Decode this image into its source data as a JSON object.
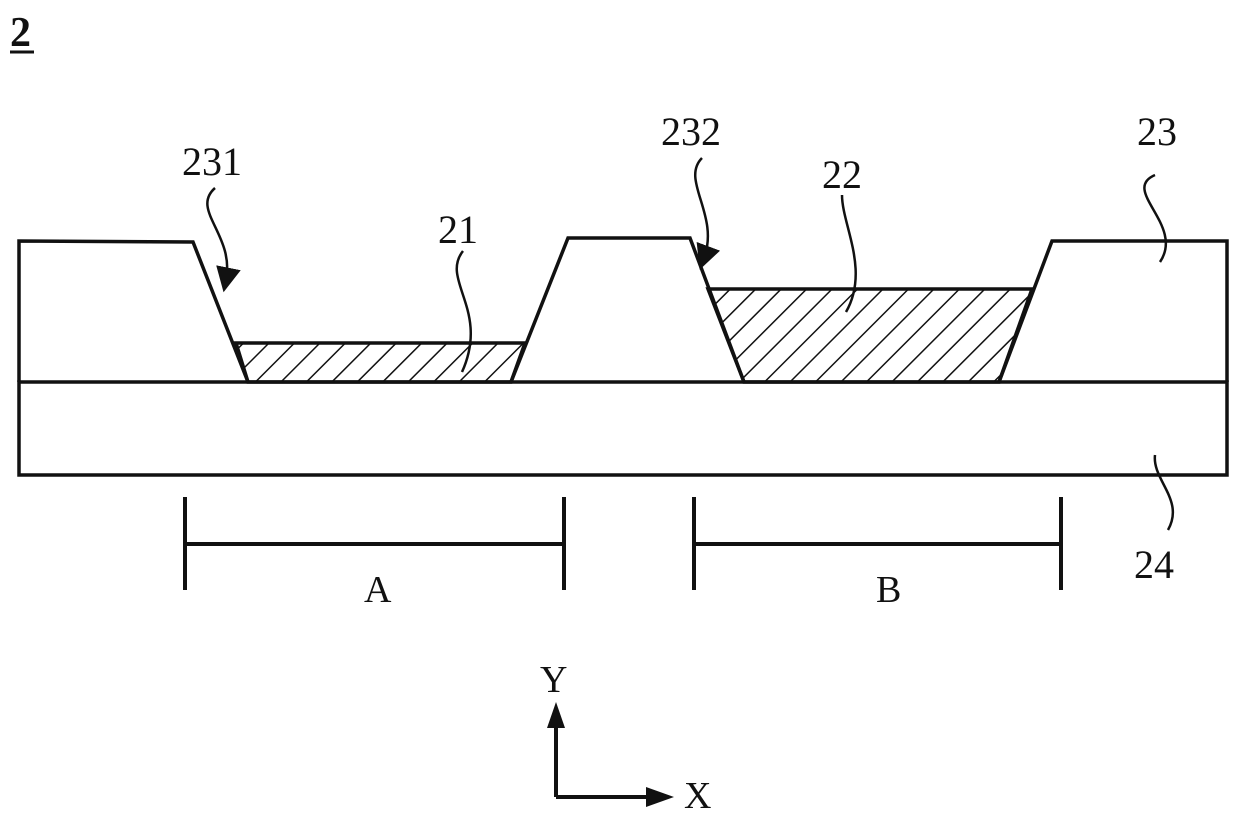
{
  "figure": {
    "number": "2"
  },
  "labels": {
    "bank_opening_a": "231",
    "bank_opening_b": "232",
    "bank_layer": "23",
    "layer_a": "21",
    "layer_b": "22",
    "substrate": "24"
  },
  "regions": {
    "a": "A",
    "b": "B"
  },
  "axes": {
    "y": "Y",
    "x": "X"
  },
  "colors": {
    "line": "#111111",
    "background": "#ffffff"
  }
}
